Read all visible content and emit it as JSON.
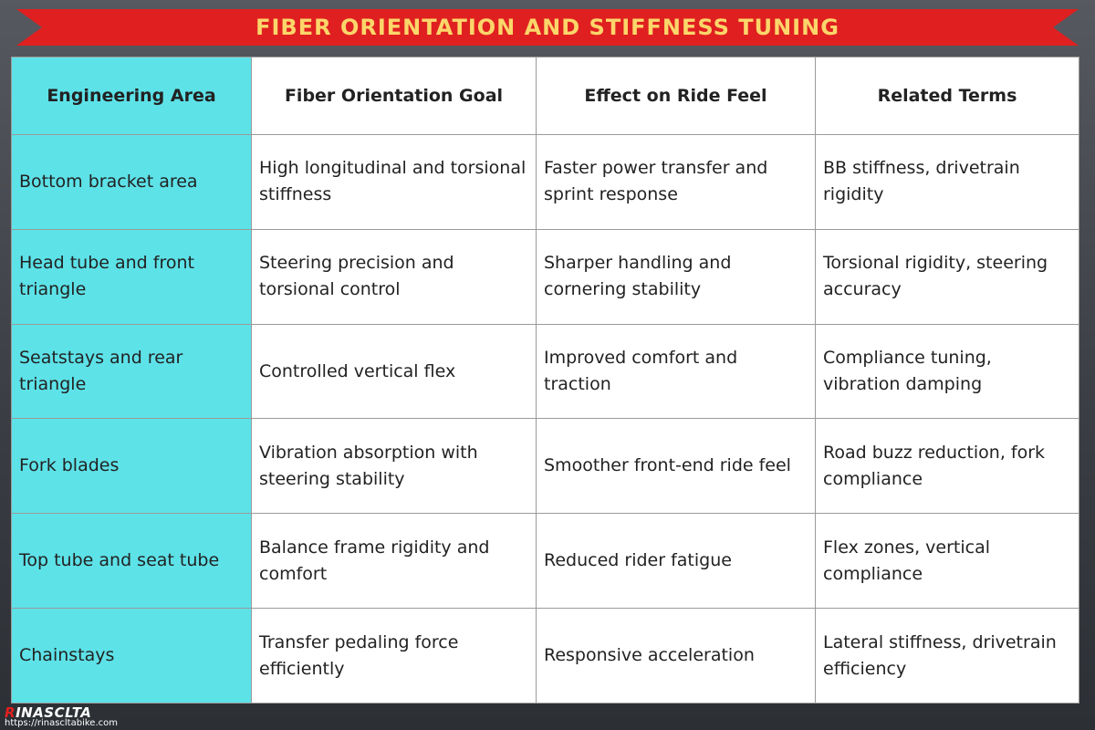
{
  "title": "FIBER ORIENTATION AND STIFFNESS TUNING",
  "colors": {
    "banner": "#e02020",
    "title_text": "#fbd66a",
    "highlight_column": "#5de2e8",
    "background": "#3b3e44"
  },
  "table": {
    "headers": [
      "Engineering Area",
      "Fiber Orientation Goal",
      "Effect on Ride Feel",
      "Related Terms"
    ],
    "rows": [
      [
        "Bottom bracket area",
        "High longitudinal and torsional stiffness",
        "Faster power transfer and sprint response",
        "BB stiffness, drivetrain rigidity"
      ],
      [
        "Head tube and front triangle",
        "Steering precision and torsional control",
        "Sharper handling and cornering stability",
        "Torsional rigidity, steering accuracy"
      ],
      [
        "Seatstays and rear triangle",
        "Controlled vertical flex",
        "Improved comfort and traction",
        "Compliance tuning, vibration damping"
      ],
      [
        "Fork blades",
        "Vibration absorption with steering stability",
        "Smoother front-end ride feel",
        "Road buzz reduction, fork compliance"
      ],
      [
        "Top tube and seat tube",
        "Balance frame rigidity and comfort",
        "Reduced rider fatigue",
        "Flex zones, vertical compliance"
      ],
      [
        "Chainstays",
        "Transfer pedaling force efficiently",
        "Responsive acceleration",
        "Lateral stiffness, drivetrain efficiency"
      ]
    ]
  },
  "footer": {
    "logo_first": "R",
    "logo_rest": "INASCLTA",
    "url": "https://rinascltabike.com"
  }
}
